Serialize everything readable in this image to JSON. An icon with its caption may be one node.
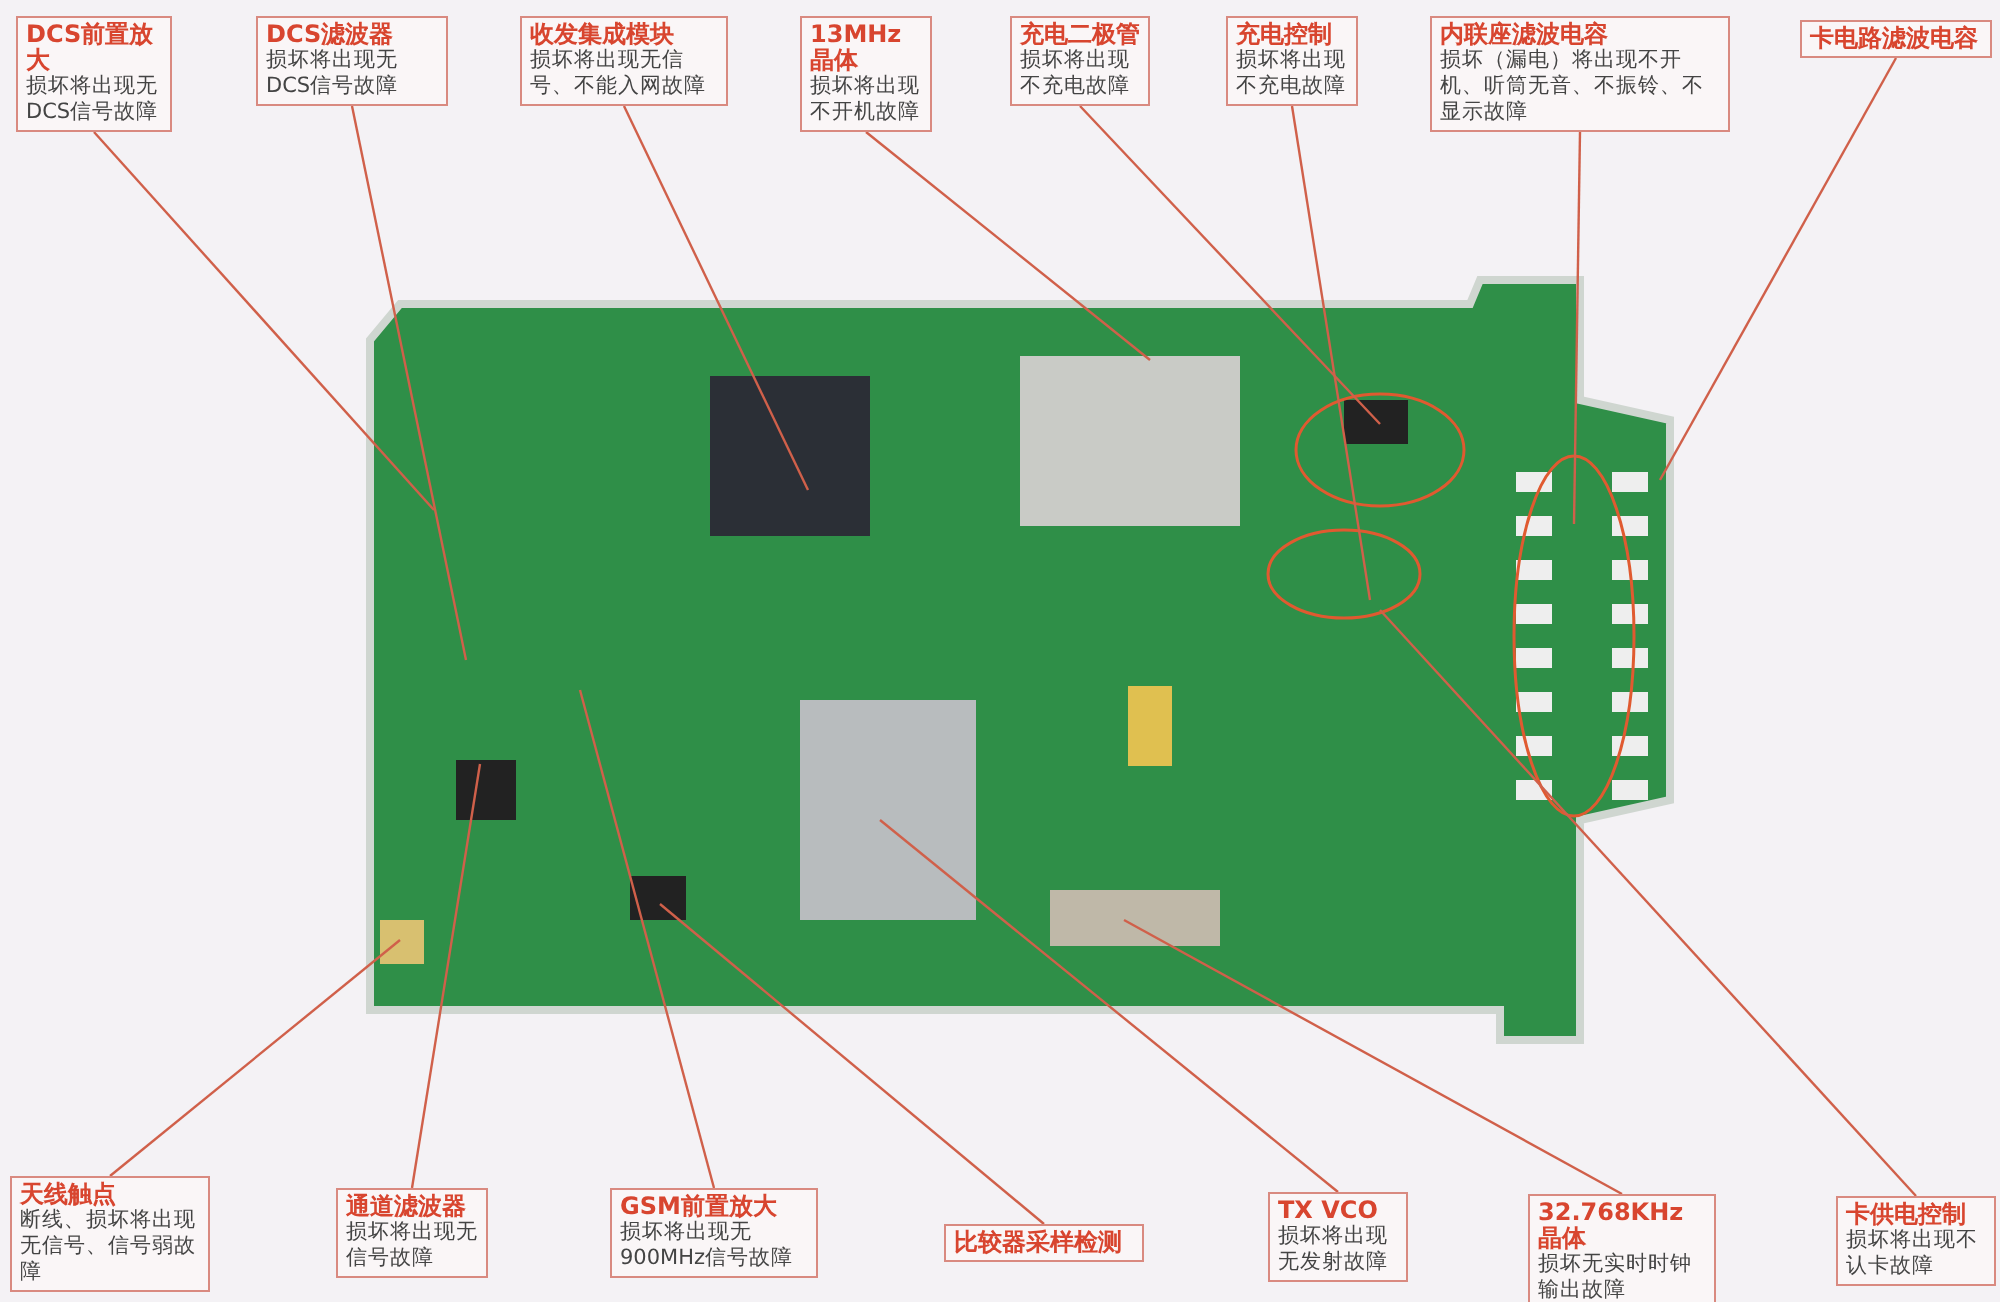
{
  "diagram": {
    "nodes": [
      {
        "text": [
          "DCS前置放大",
          "损坏将出现无DCS信号故障"
        ]
      },
      {
        "text": [
          "DCS滤波器",
          "损坏将出现无DCS信号故障"
        ]
      },
      {
        "text": [
          "收发集成模块",
          "损坏将出现无信号、不能入网故障"
        ]
      },
      {
        "text": [
          "13MHz晶体",
          "损坏将出现不开机故障"
        ]
      },
      {
        "text": [
          "充电二极管",
          "损坏将出现不充电故障"
        ]
      },
      {
        "text": [
          "充电控制",
          "损坏将出现不充电故障"
        ]
      },
      {
        "text": [
          "内联座滤波电容",
          "损坏（漏电）将出现不开机、听筒无音、不振铃、不显示故障"
        ]
      },
      {
        "text": [
          "卡电路滤波电容"
        ]
      },
      {
        "text": [
          "天线触点",
          "断线、损坏将出现无信号、信号弱故障"
        ]
      },
      {
        "text": [
          "通道滤波器",
          "损坏将出现无信号故障"
        ]
      },
      {
        "text": [
          "GSM前置放大",
          "损坏将出现无900MHz信号故障"
        ]
      },
      {
        "text": [
          "比较器采样检测"
        ]
      },
      {
        "text": [
          "TX VCO",
          "损坏将出现无发射故障"
        ]
      },
      {
        "text": [
          "32.768KHz晶体",
          "损坏无实时时钟输出故障"
        ]
      },
      {
        "text": [
          "卡供电控制",
          "损坏将出现不认卡故障"
        ]
      }
    ],
    "edges": [
      {
        "from": 0,
        "to": null,
        "arrow": "none"
      },
      {
        "from": 1,
        "to": null,
        "arrow": "none"
      },
      {
        "from": 2,
        "to": null,
        "arrow": "none"
      },
      {
        "from": 3,
        "to": null,
        "arrow": "none"
      },
      {
        "from": 4,
        "to": null,
        "arrow": "none"
      },
      {
        "from": 5,
        "to": null,
        "arrow": "none"
      },
      {
        "from": 6,
        "to": null,
        "arrow": "none"
      },
      {
        "from": 7,
        "to": null,
        "arrow": "none"
      },
      {
        "from": 8,
        "to": null,
        "arrow": "none"
      },
      {
        "from": 9,
        "to": null,
        "arrow": "none"
      },
      {
        "from": 10,
        "to": null,
        "arrow": "none"
      },
      {
        "from": 11,
        "to": null,
        "arrow": "none"
      },
      {
        "from": 12,
        "to": null,
        "arrow": "none"
      },
      {
        "from": 13,
        "to": null,
        "arrow": "none"
      },
      {
        "from": 14,
        "to": null,
        "arrow": "none"
      }
    ]
  }
}
